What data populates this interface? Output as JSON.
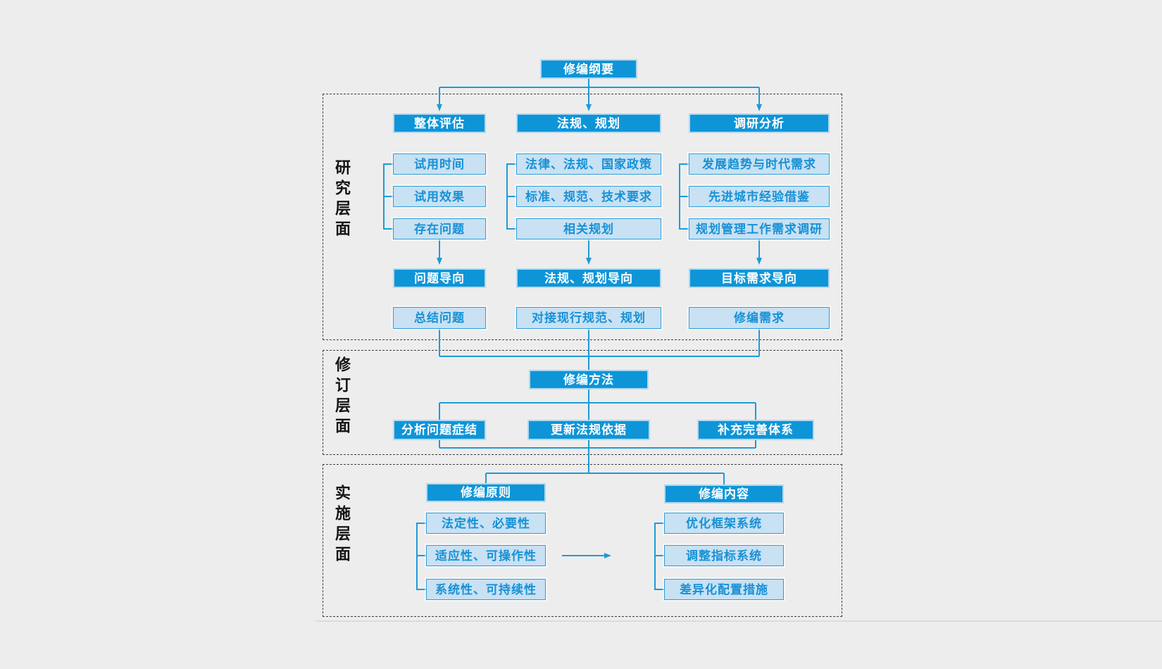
{
  "colors": {
    "background": "#ededed",
    "node_dark": "#0e95d8",
    "node_dark_text": "#ffffff",
    "node_light_fill": "#c8e1f3",
    "node_light_border": "#2e9ed9",
    "node_light_text": "#1791d6",
    "connector": "#1e9bd7",
    "section_border_dashed": "#3f3f3f",
    "side_label_text": "#141414"
  },
  "root": {
    "label": "修编纲要"
  },
  "sections": [
    {
      "side_label": "研究层面",
      "columns": [
        {
          "header": "整体评估",
          "items": [
            "试用时间",
            "试用效果",
            "存在问题"
          ],
          "direction": "问题导向",
          "result": "总结问题"
        },
        {
          "header": "法规、规划",
          "items": [
            "法律、法规、国家政策",
            "标准、规范、技术要求",
            "相关规划"
          ],
          "direction": "法规、规划导向",
          "result": "对接现行规范、规划"
        },
        {
          "header": "调研分析",
          "items": [
            "发展趋势与时代需求",
            "先进城市经验借鉴",
            "规划管理工作需求调研"
          ],
          "direction": "目标需求导向",
          "result": "修编需求"
        }
      ]
    },
    {
      "side_label": "修订层面",
      "method": "修编方法",
      "branches": [
        "分析问题症结",
        "更新法规依据",
        "补充完善体系"
      ]
    },
    {
      "side_label": "实施层面",
      "left": {
        "header": "修编原则",
        "items": [
          "法定性、必要性",
          "适应性、可操作性",
          "系统性、可持续性"
        ]
      },
      "right": {
        "header": "修编内容",
        "items": [
          "优化框架系统",
          "调整指标系统",
          "差异化配置措施"
        ]
      }
    }
  ]
}
